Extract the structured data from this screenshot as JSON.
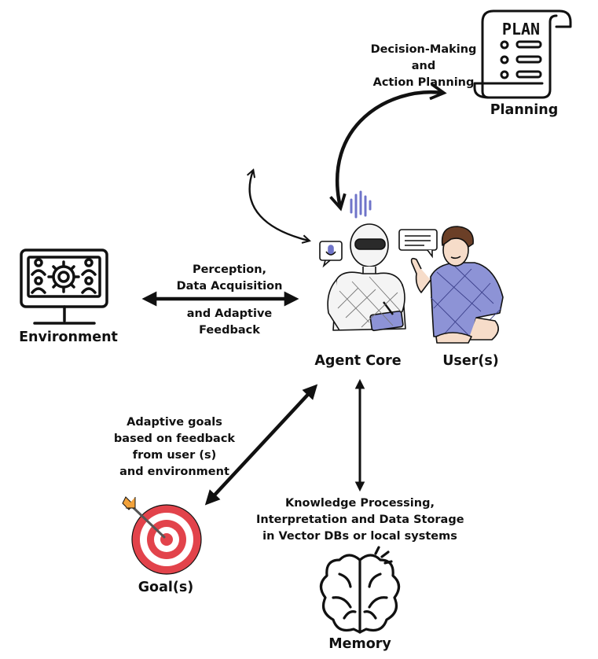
{
  "nodes": {
    "planning": "Planning",
    "environment": "Environment",
    "agent_core": "Agent Core",
    "users": "User(s)",
    "goals": "Goal(s)",
    "memory": "Memory"
  },
  "edges": {
    "planning": [
      "Decision-Making",
      "and",
      "Action Planning"
    ],
    "environment_top": [
      "Perception,",
      "Data Acquisition"
    ],
    "environment_bottom": [
      "and Adaptive",
      "Feedback"
    ],
    "goals": [
      "Adaptive goals",
      "based on feedback",
      "from user (s)",
      "and environment"
    ],
    "memory": [
      "Knowledge Processing,",
      "Interpretation and Data Storage",
      "in Vector DBs or local systems"
    ]
  },
  "icons": {
    "plan_text": "PLAN"
  },
  "colors": {
    "ink": "#111111",
    "user_shirt": "#8d93d6",
    "user_skin": "#f6dcc9",
    "target_red": "#e2434b",
    "dart_orange": "#f2a23b",
    "sound_wave": "#6f74c9"
  }
}
